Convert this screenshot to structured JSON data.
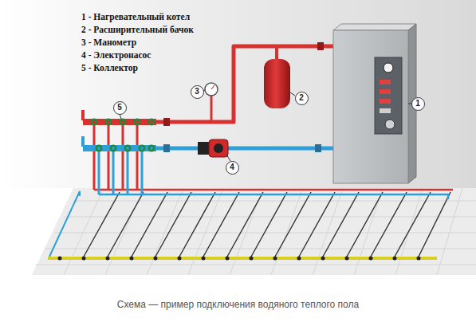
{
  "diagram": {
    "caption": "Схема — пример подключения водяного теплого пола",
    "nodes": [
      {
        "text": [
          "1"
        ]
      },
      {
        "text": [
          "2"
        ]
      },
      {
        "text": [
          "3"
        ]
      },
      {
        "text": [
          "4"
        ]
      },
      {
        "text": [
          "5"
        ]
      }
    ],
    "labels": [
      "1 - Нагревательный котел",
      "2 - Расширительный бачок",
      "3 - Манометр",
      "4 - Электронасос",
      "5 - Коллектор"
    ]
  }
}
